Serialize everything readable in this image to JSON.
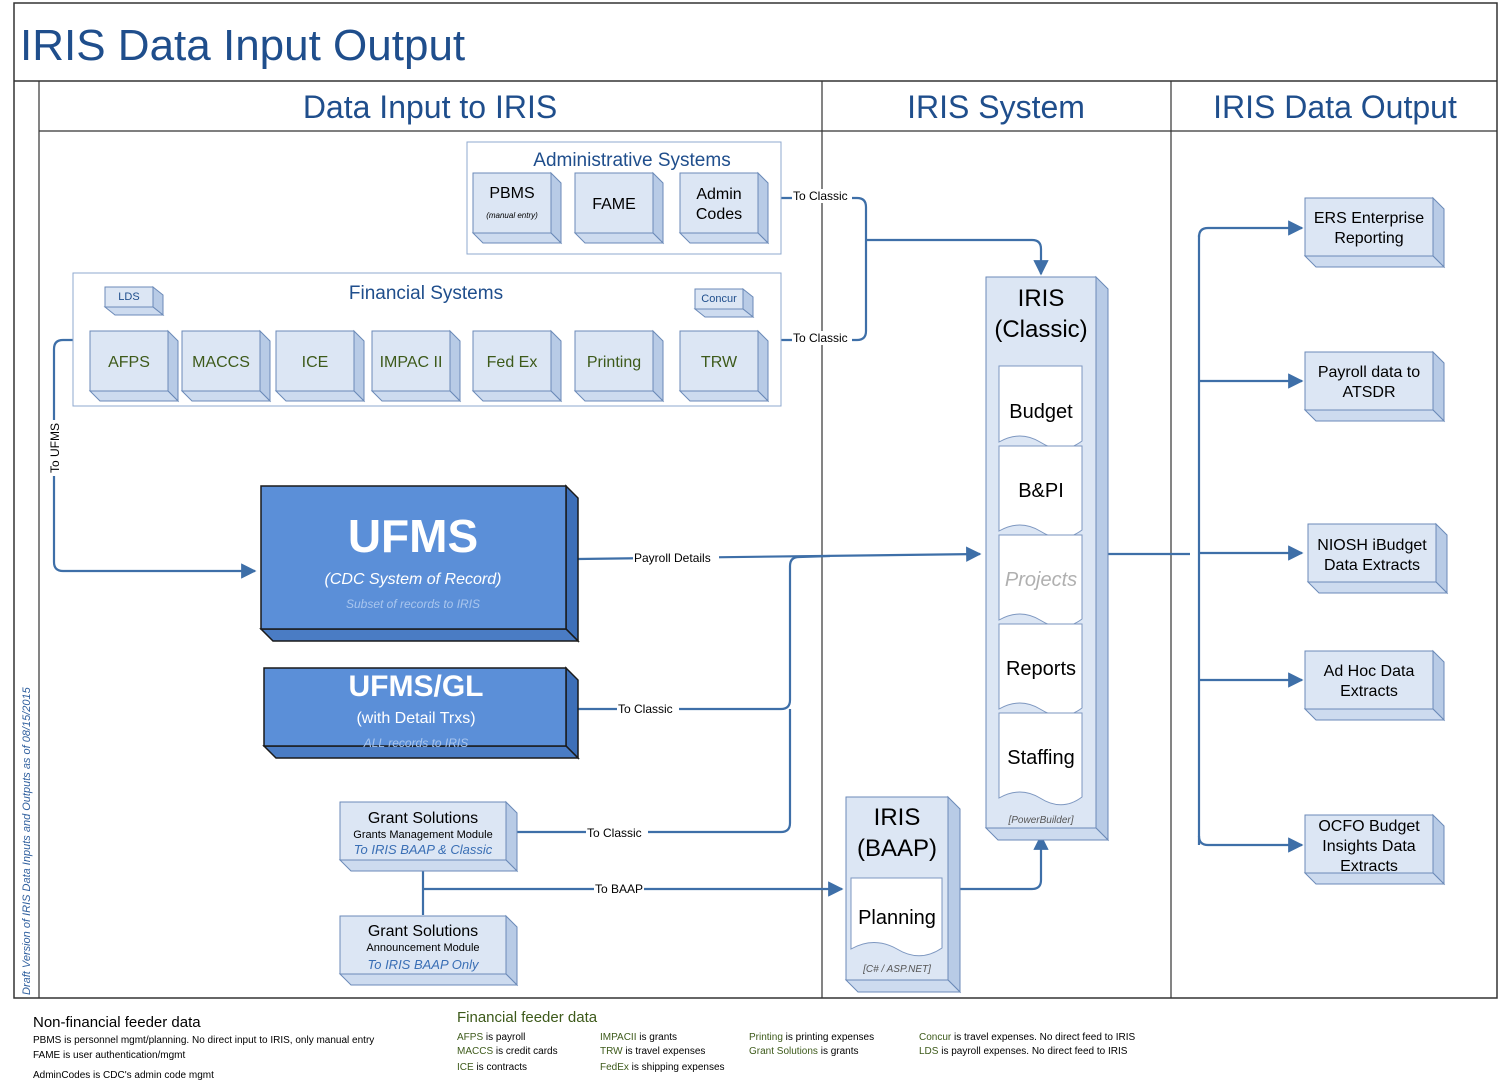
{
  "title": "IRIS Data Input Output",
  "columns": {
    "input": "Data Input to IRIS",
    "system": "IRIS System",
    "output": "IRIS Data Output"
  },
  "admin_systems": {
    "label": "Administrative Systems",
    "pbms": "PBMS",
    "pbms_note": "(manual entry)",
    "fame": "FAME",
    "admin_codes_1": "Admin",
    "admin_codes_2": "Codes"
  },
  "financial_systems": {
    "label": "Financial Systems",
    "lds": "LDS",
    "concur": "Concur",
    "afps": "AFPS",
    "maccs": "MACCS",
    "ice": "ICE",
    "impac": "IMPAC II",
    "fedex": "Fed Ex",
    "printing": "Printing",
    "trw": "TRW"
  },
  "connectors": {
    "to_classic": "To Classic",
    "to_ufms": "To UFMS",
    "payroll_details": "Payroll Details",
    "to_baap": "To BAAP"
  },
  "ufms": {
    "name": "UFMS",
    "sub": "(CDC System of Record)",
    "faint": "Subset of records to IRIS"
  },
  "ufms_gl": {
    "name": "UFMS/GL",
    "sub": "(with Detail Trxs)",
    "faint": "ALL records to IRIS"
  },
  "grant_solutions_gmm": {
    "name": "Grant Solutions",
    "module": "Grants Management Module",
    "note": "To IRIS BAAP & Classic"
  },
  "grant_solutions_am": {
    "name": "Grant Solutions",
    "module": "Announcement  Module",
    "note": "To IRIS BAAP Only"
  },
  "iris_classic": {
    "name_1": "IRIS",
    "name_2": "(Classic)",
    "modules": [
      "Budget",
      "B&PI",
      "Projects",
      "Reports",
      "Staffing"
    ],
    "tech": "[PowerBuilder]"
  },
  "iris_baap": {
    "name_1": "IRIS",
    "name_2": "(BAAP)",
    "module": "Planning",
    "tech": "[C# / ASP.NET]"
  },
  "outputs": [
    {
      "line1": "ERS Enterprise",
      "line2": "Reporting",
      "line3": ""
    },
    {
      "line1": "Payroll data to",
      "line2": "ATSDR",
      "line3": ""
    },
    {
      "line1": "NIOSH iBudget",
      "line2": "Data Extracts",
      "line3": ""
    },
    {
      "line1": "Ad Hoc Data",
      "line2": "Extracts",
      "line3": ""
    },
    {
      "line1": "OCFO Budget",
      "line2": "Insights Data",
      "line3": "Extracts"
    }
  ],
  "draft_note": "Draft Version of IRIS Data Inputs and Outputs as of 08/15/2015",
  "legend": {
    "nonfin_title": "Non-financial feeder data",
    "nonfin": [
      {
        "term": "PBMS",
        "desc": " is personnel mgmt/planning. No direct input to IRIS, only manual entry"
      },
      {
        "term": "FAME",
        "desc": "  is user authentication/mgmt"
      },
      {
        "term": "AdminCodes",
        "desc": " is CDC's admin code mgmt"
      }
    ],
    "fin_title": "Financial feeder data",
    "fin": [
      {
        "term": "AFPS",
        "desc": " is payroll"
      },
      {
        "term": "MACCS",
        "desc": " is credit cards"
      },
      {
        "term": "ICE",
        "desc": " is contracts"
      },
      {
        "term": "IMPACII",
        "desc": " is grants"
      },
      {
        "term": "TRW",
        "desc": " is travel expenses"
      },
      {
        "term": "FedEx",
        "desc": " is shipping expenses"
      },
      {
        "term": "Printing",
        "desc": " is printing expenses"
      },
      {
        "term": "Grant Solutions",
        "desc": "  is grants"
      },
      {
        "term": "Concur",
        "desc": "  is travel expenses. No direct feed to IRIS"
      },
      {
        "term": "LDS",
        "desc": "  is payroll expenses. No direct feed to IRIS"
      }
    ]
  },
  "colors": {
    "title_blue": "#1f4e8c",
    "line_blue": "#3e6fa8",
    "ufms_blue": "#5b8fd8",
    "box_face": "#dce6f4",
    "green_text": "#3d5a1a"
  }
}
